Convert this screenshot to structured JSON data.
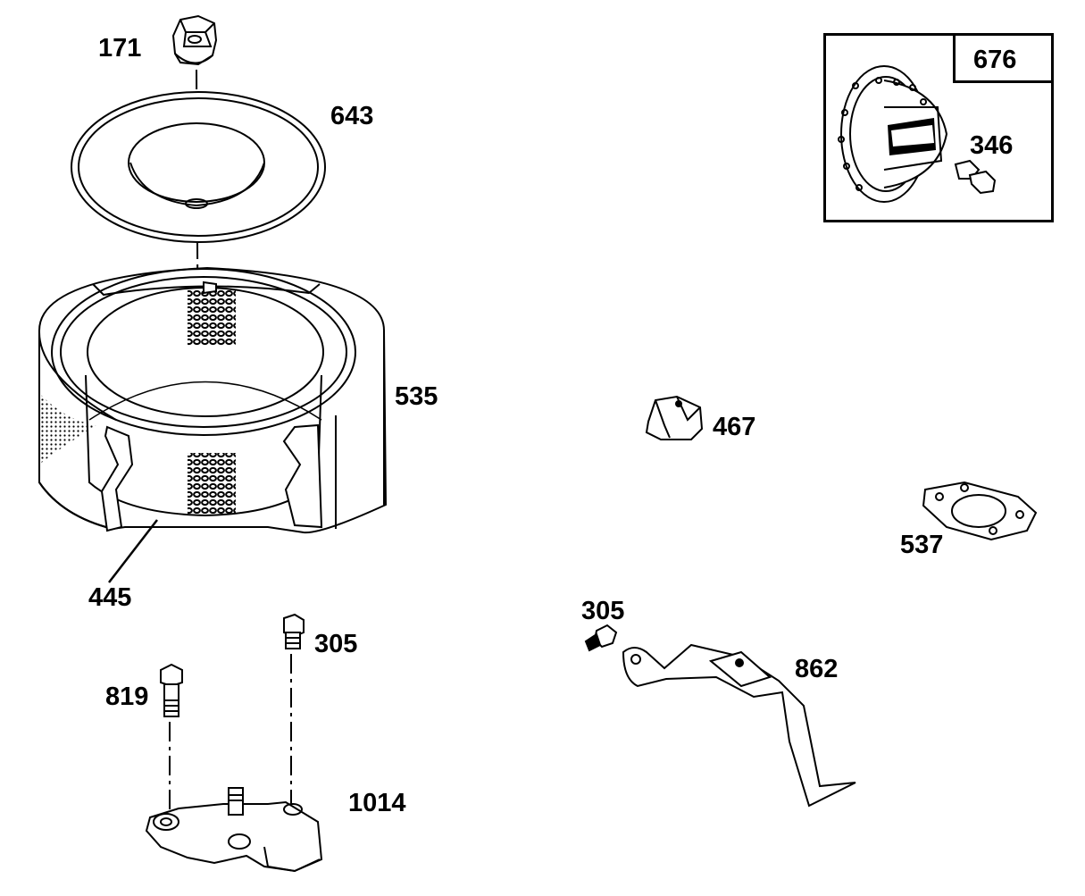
{
  "parts": [
    {
      "id": "p171",
      "number": "171"
    },
    {
      "id": "p643",
      "number": "643"
    },
    {
      "id": "p535",
      "number": "535"
    },
    {
      "id": "p445",
      "number": "445"
    },
    {
      "id": "p305a",
      "number": "305"
    },
    {
      "id": "p819",
      "number": "819"
    },
    {
      "id": "p1014",
      "number": "1014"
    },
    {
      "id": "p676",
      "number": "676"
    },
    {
      "id": "p346",
      "number": "346"
    },
    {
      "id": "p467",
      "number": "467"
    },
    {
      "id": "p537",
      "number": "537"
    },
    {
      "id": "p305b",
      "number": "305"
    },
    {
      "id": "p862",
      "number": "862"
    }
  ]
}
